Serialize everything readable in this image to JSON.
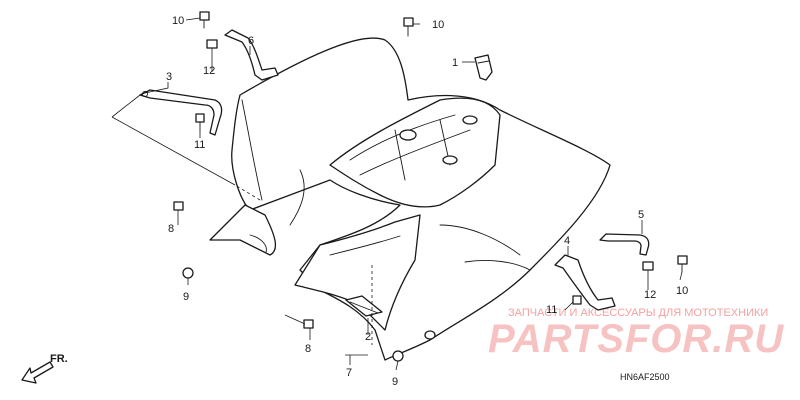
{
  "diagram": {
    "code": "HN6AF2500",
    "direction_label": "FR.",
    "callouts": [
      "1",
      "2",
      "3",
      "4",
      "5",
      "6",
      "7",
      "8",
      "8",
      "9",
      "9",
      "10",
      "10",
      "10",
      "11",
      "11",
      "12",
      "12"
    ]
  },
  "watermark": {
    "tagline": "ЗАПЧАСТИ И АКСЕССУАРЫ ДЛЯ МОТОТЕХНИКИ",
    "logo": "PARTSFOR.RU"
  }
}
